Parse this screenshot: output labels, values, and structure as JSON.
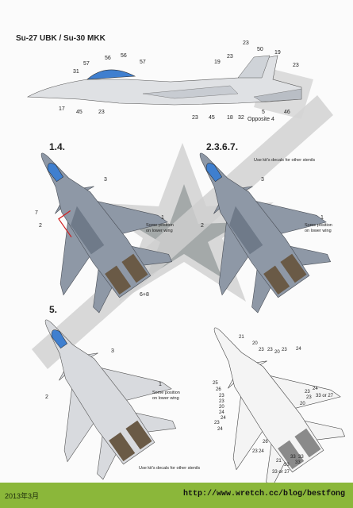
{
  "header": {
    "title": "Su-27 UBK / Su-30 MKK"
  },
  "side_view": {
    "callouts": [
      "56",
      "56",
      "57",
      "57",
      "31",
      "17",
      "45",
      "23",
      "23",
      "50",
      "19",
      "19",
      "23",
      "23",
      "23",
      "45",
      "18",
      "32",
      "5",
      "46"
    ],
    "note": "Opposite 4"
  },
  "schemes": {
    "s1": {
      "label": "1.4.",
      "callouts": [
        "3",
        "7",
        "2",
        "1",
        "6+8"
      ],
      "note_lines": [
        "Some position",
        "on lower wing"
      ]
    },
    "s2": {
      "label": "2.3.6.7.",
      "callouts": [
        "3",
        "2",
        "1"
      ],
      "note_lines": [
        "Some position",
        "on lower wing"
      ],
      "stencil_note": "Use kit's decals for other stenils"
    },
    "s3": {
      "label": "5.",
      "callouts": [
        "3",
        "2",
        "1"
      ],
      "note_lines": [
        "Some position",
        "on lower wing"
      ],
      "stencil_note": "Use kit's decals for other stenils"
    },
    "s4": {
      "callouts": [
        "21",
        "20",
        "23",
        "23",
        "20",
        "23",
        "24",
        "25",
        "26",
        "23",
        "23",
        "20",
        "24",
        "24",
        "23",
        "24",
        "23",
        "24",
        "26",
        "24",
        "23",
        "23",
        "20",
        "21",
        "33",
        "33",
        "33",
        "33"
      ],
      "or_labels": [
        "33 or 27",
        "33 or 27"
      ]
    }
  },
  "colors": {
    "footer": "#8bb73a",
    "star_grey": "#cfcfcf",
    "star_dark": "#8e9596",
    "camo_grey": "#8e98a6",
    "camo_dark": "#6f7a89",
    "light_grey": "#d8dade"
  },
  "footer": {
    "date": "2013年3月",
    "url": "http://www.wretch.cc/blog/bestfong"
  }
}
